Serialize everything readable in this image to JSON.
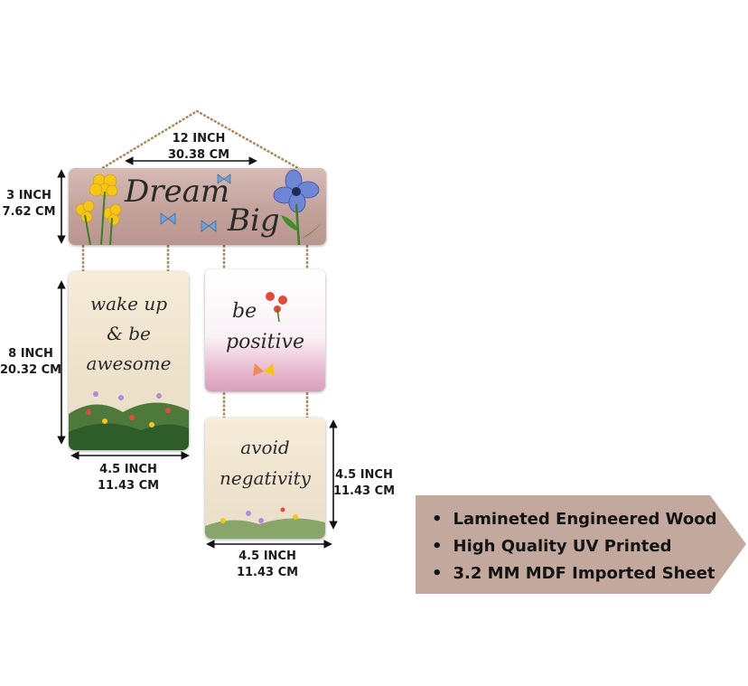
{
  "top_plaque": {
    "width_label": {
      "inch": "12 INCH",
      "cm": "30.38 CM"
    },
    "height_label": {
      "inch": "3 INCH",
      "cm": "7.62 CM"
    },
    "text_line1": "Dream",
    "text_line2": "Big"
  },
  "left_plaque": {
    "lines": [
      "wake up",
      "& be",
      "awesome"
    ],
    "height_label": {
      "inch": "8 INCH",
      "cm": "20.32 CM"
    },
    "width_label": {
      "inch": "4.5 INCH",
      "cm": "11.43 CM"
    }
  },
  "middle_plaque": {
    "lines": [
      "be",
      "positive"
    ]
  },
  "bottom_plaque": {
    "lines": [
      "avoid",
      "negativity"
    ],
    "height_label": {
      "inch": "4.5 INCH",
      "cm": "11.43 CM"
    },
    "width_label": {
      "inch": "4.5 INCH",
      "cm": "11.43 CM"
    }
  },
  "features": {
    "items": [
      "Lamineted Engineered Wood",
      "High Quality UV Printed",
      "3.2 MM MDF Imported Sheet"
    ],
    "background": "#c3a89d"
  },
  "colors": {
    "rope": "#a98a62",
    "top_plaque_bg": "#c9aaa4",
    "yellow_flower": "#f5c518",
    "blue_flower": "#6e86d4",
    "butterfly": "#6fa3d8",
    "pink_watercolor": "#e7b5cc",
    "meadow_green": "#4d7a3a"
  }
}
